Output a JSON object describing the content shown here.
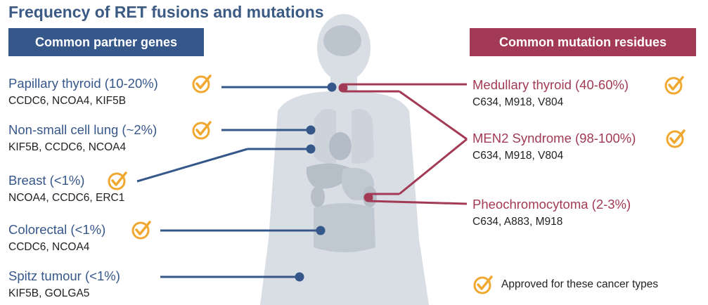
{
  "title": "Frequency of RET fusions and mutations",
  "left_header": "Common partner genes",
  "right_header": "Common mutation residues",
  "fusions": [
    {
      "name": "Papillary thyroid (10-20%)",
      "genes": "CCDC6, NCOA4, KIF5B",
      "approved": true
    },
    {
      "name": "Non-small cell lung (~2%)",
      "genes": "KIF5B, CCDC6, NCOA4",
      "approved": true
    },
    {
      "name": "Breast (<1%)",
      "genes": "NCOA4, CCDC6, ERC1",
      "approved": true
    },
    {
      "name": "Colorectal (<1%)",
      "genes": "CCDC6, NCOA4",
      "approved": true
    },
    {
      "name": "Spitz tumour (<1%)",
      "genes": "KIF5B, GOLGA5",
      "approved": false
    }
  ],
  "mutations": [
    {
      "name": "Medullary thyroid (40-60%)",
      "genes": "C634, M918, V804",
      "approved": true
    },
    {
      "name": "MEN2 Syndrome (98-100%)",
      "genes": "C634, M918, V804",
      "approved": true
    },
    {
      "name": "Pheochromocytoma (2-3%)",
      "genes": "C634, A883, M918",
      "approved": false
    }
  ],
  "legend": {
    "text": "Approved for these cancer types"
  },
  "colors": {
    "blue": "#36578a",
    "red": "#a23a55",
    "check": "#f0a830",
    "silhouette": "#d9dee5",
    "organs": "#bcc4ce"
  }
}
